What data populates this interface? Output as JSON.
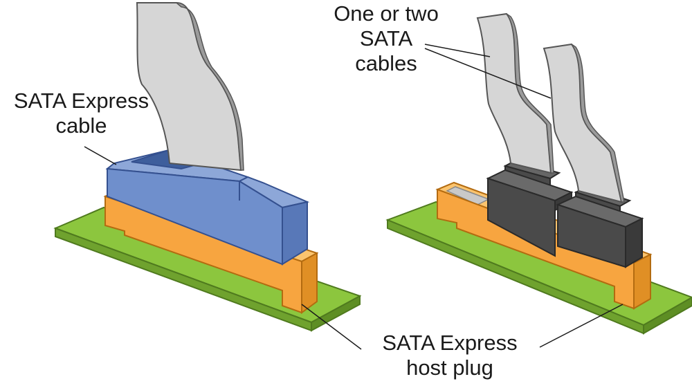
{
  "labels": {
    "sata_express_cable": {
      "line1": "SATA Express",
      "line2": "cable"
    },
    "sata_cables": {
      "line1": "One or two",
      "line2": "SATA",
      "line3": "cables"
    },
    "host_plug": {
      "line1": "SATA Express",
      "line2": "host plug"
    }
  },
  "colors": {
    "pcb_green": "#8cc63e",
    "host_plug_orange": "#f7a540",
    "sata_express_connector_blue": "#6f8fcc",
    "sata_connector_dark": "#4a4a4a",
    "ribbon_cable_gray": "#d6d6d6",
    "outline": "#555555"
  }
}
